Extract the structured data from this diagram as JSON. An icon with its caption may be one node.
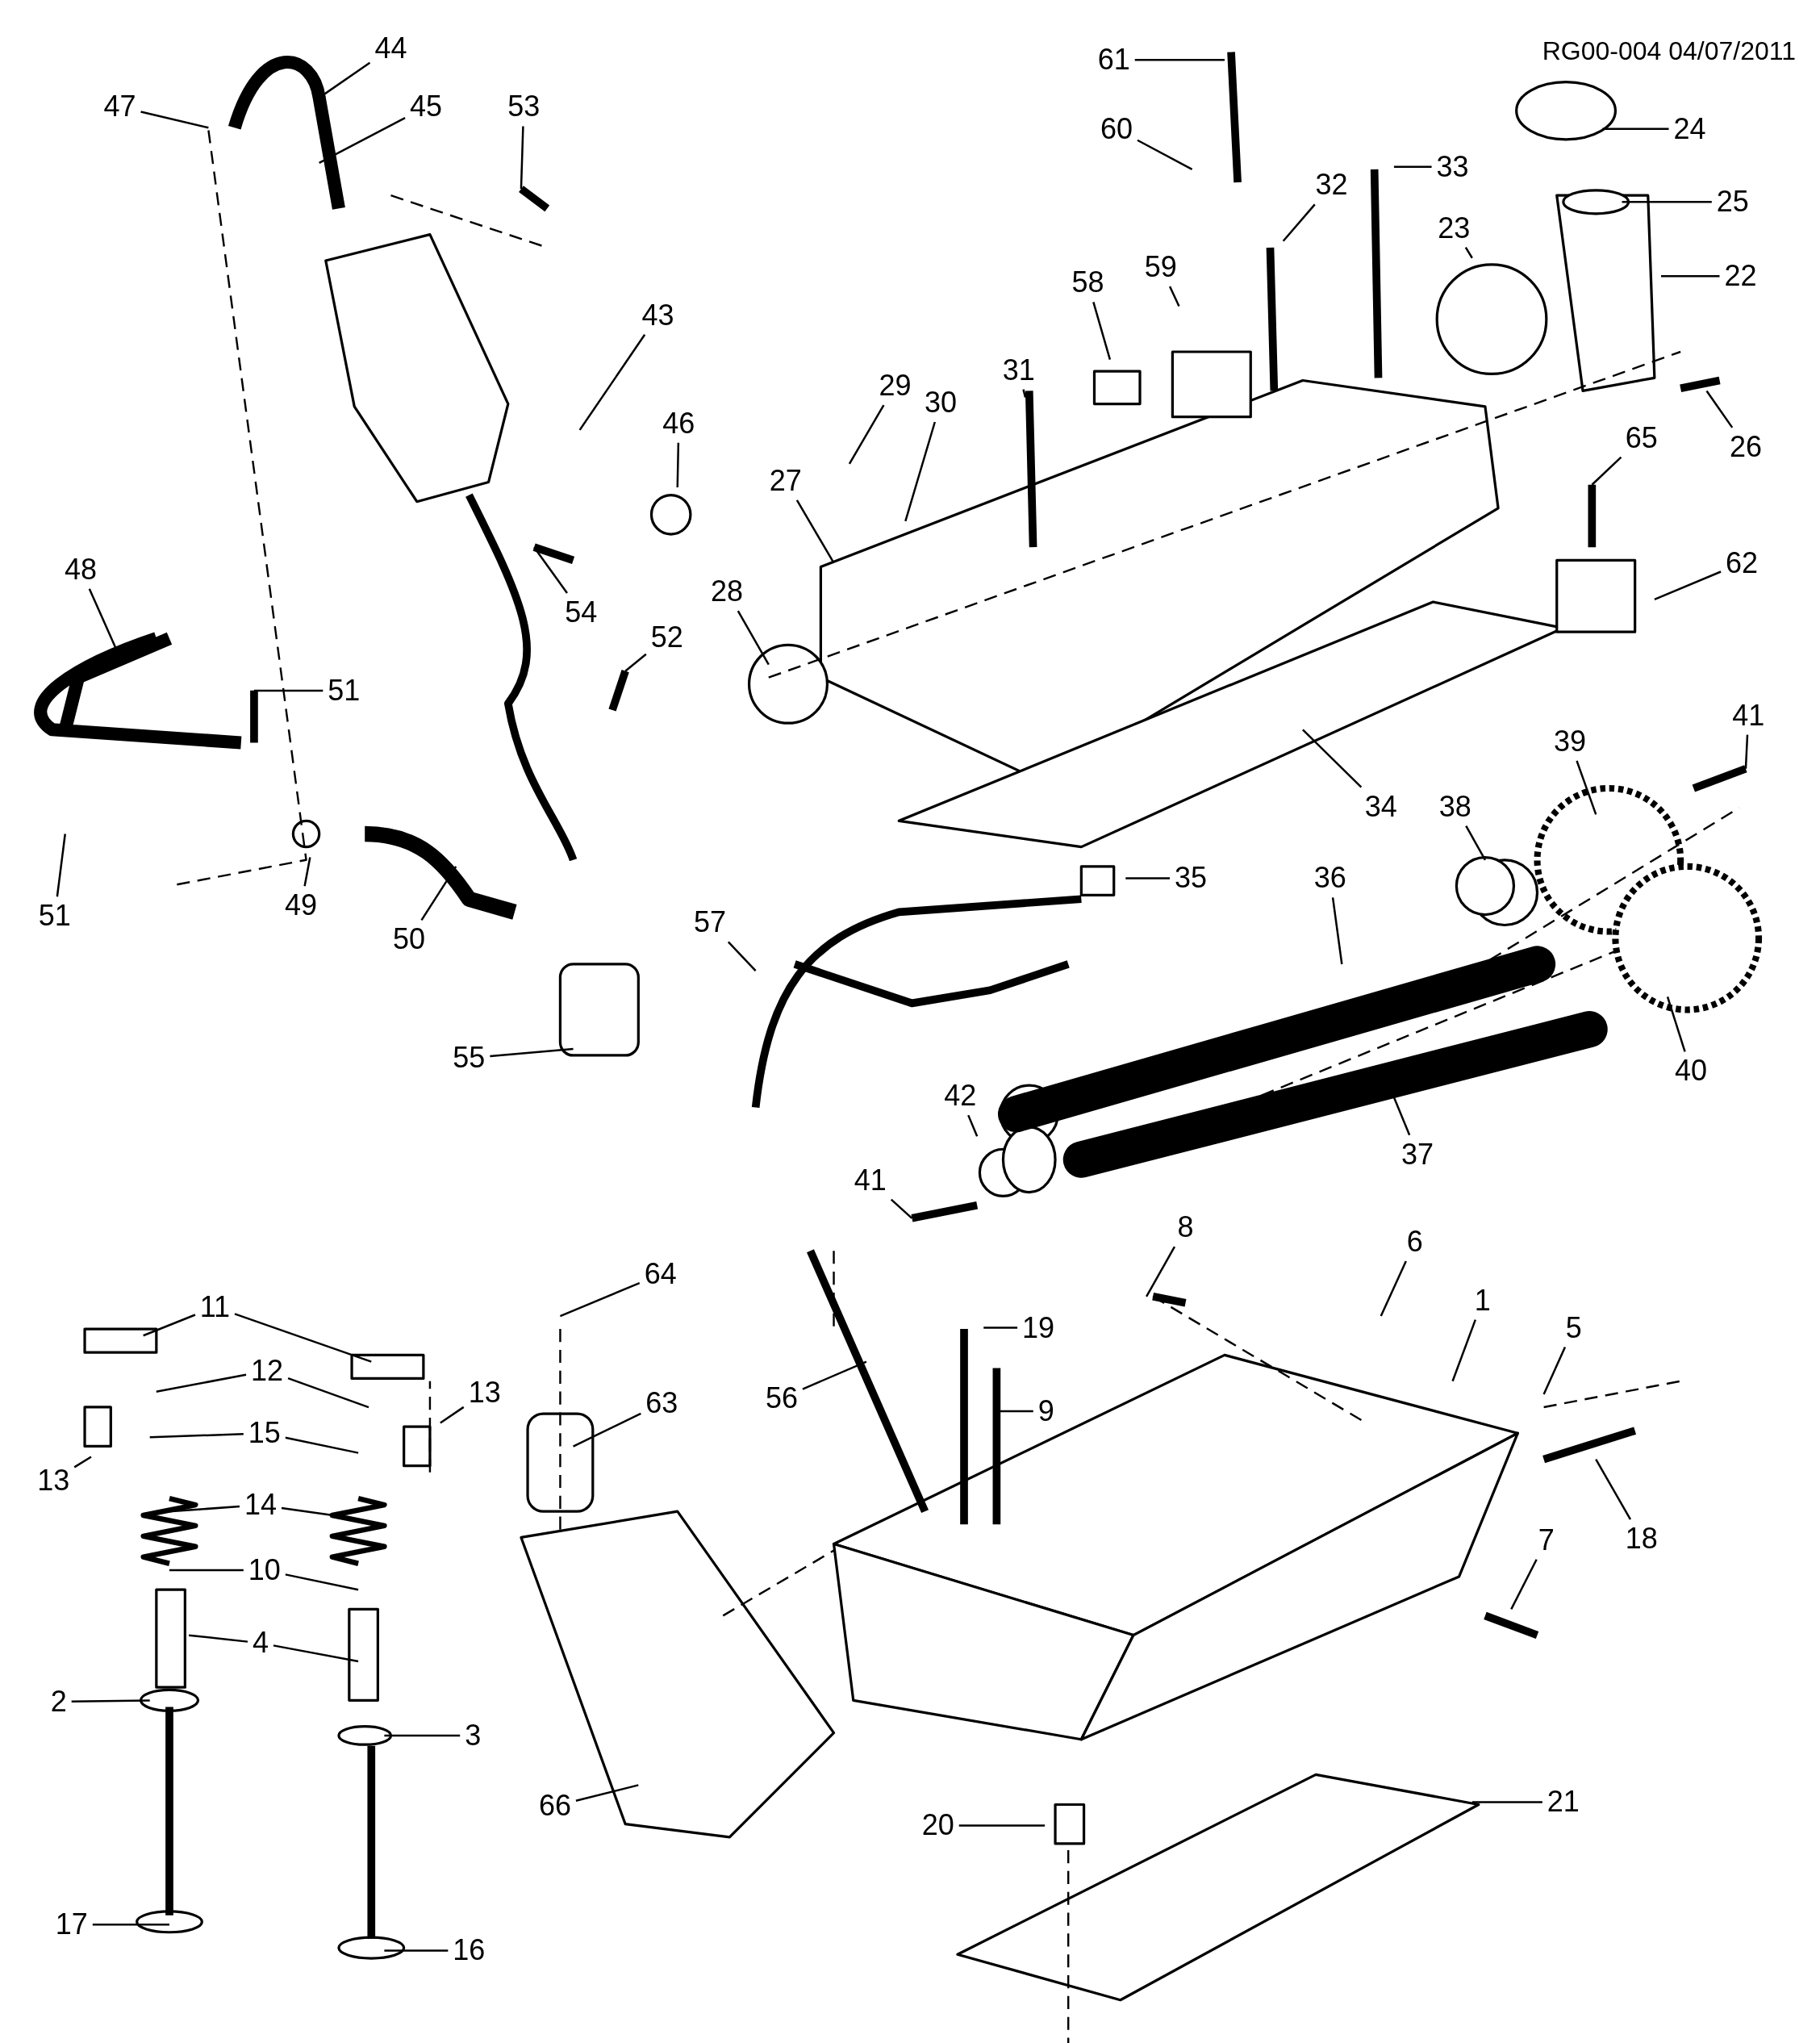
{
  "diagram": {
    "nodes": [
      {
        "text": [
          "61"
        ]
      },
      {
        "text": [
          "44"
        ]
      },
      {
        "text": [
          "47"
        ]
      },
      {
        "text": [
          "45"
        ]
      },
      {
        "text": [
          "53"
        ]
      },
      {
        "text": [
          "60"
        ]
      },
      {
        "text": [
          "24"
        ]
      },
      {
        "text": [
          "33"
        ]
      },
      {
        "text": [
          "32"
        ]
      },
      {
        "text": [
          "25"
        ]
      },
      {
        "text": [
          "23"
        ]
      },
      {
        "text": [
          "59"
        ]
      },
      {
        "text": [
          "22"
        ]
      },
      {
        "text": [
          "58"
        ]
      },
      {
        "text": [
          "43"
        ]
      },
      {
        "text": [
          "31"
        ]
      },
      {
        "text": [
          "29"
        ]
      },
      {
        "text": [
          "30"
        ]
      },
      {
        "text": [
          "46"
        ]
      },
      {
        "text": [
          "65"
        ]
      },
      {
        "text": [
          "26"
        ]
      },
      {
        "text": [
          "27"
        ]
      },
      {
        "text": [
          "62"
        ]
      },
      {
        "text": [
          "48"
        ]
      },
      {
        "text": [
          "28"
        ]
      },
      {
        "text": [
          "54"
        ]
      },
      {
        "text": [
          "52"
        ]
      },
      {
        "text": [
          "51"
        ]
      },
      {
        "text": [
          "41"
        ]
      },
      {
        "text": [
          "39"
        ]
      },
      {
        "text": [
          "34"
        ]
      },
      {
        "text": [
          "38"
        ]
      },
      {
        "text": [
          "35"
        ]
      },
      {
        "text": [
          "36"
        ]
      },
      {
        "text": [
          "49"
        ]
      },
      {
        "text": [
          "51"
        ]
      },
      {
        "text": [
          "57"
        ]
      },
      {
        "text": [
          "50"
        ]
      },
      {
        "text": [
          "55"
        ]
      },
      {
        "text": [
          "40"
        ]
      },
      {
        "text": [
          "42"
        ]
      },
      {
        "text": [
          "37"
        ]
      },
      {
        "text": [
          "41"
        ]
      },
      {
        "text": [
          "8"
        ]
      },
      {
        "text": [
          "6"
        ]
      },
      {
        "text": [
          "64"
        ]
      },
      {
        "text": [
          "1"
        ]
      },
      {
        "text": [
          "11"
        ]
      },
      {
        "text": [
          "19"
        ]
      },
      {
        "text": [
          "5"
        ]
      },
      {
        "text": [
          "12"
        ]
      },
      {
        "text": [
          "13"
        ]
      },
      {
        "text": [
          "56"
        ]
      },
      {
        "text": [
          "63"
        ]
      },
      {
        "text": [
          "9"
        ]
      },
      {
        "text": [
          "15"
        ]
      },
      {
        "text": [
          "13"
        ]
      },
      {
        "text": [
          "14"
        ]
      },
      {
        "text": [
          "18"
        ]
      },
      {
        "text": [
          "7"
        ]
      },
      {
        "text": [
          "10"
        ]
      },
      {
        "text": [
          "4"
        ]
      },
      {
        "text": [
          "2"
        ]
      },
      {
        "text": [
          "3"
        ]
      },
      {
        "text": [
          "21"
        ]
      },
      {
        "text": [
          "66"
        ]
      },
      {
        "text": [
          "20"
        ]
      },
      {
        "text": [
          "17"
        ]
      },
      {
        "text": [
          "16"
        ]
      }
    ],
    "edges": [
      {
        "from": 0,
        "to": null,
        "arrow": "none"
      },
      {
        "from": 1,
        "to": null,
        "arrow": "none"
      },
      {
        "from": 2,
        "to": null,
        "arrow": "none"
      },
      {
        "from": 3,
        "to": null,
        "arrow": "none"
      },
      {
        "from": 4,
        "to": null,
        "arrow": "none"
      },
      {
        "from": 5,
        "to": null,
        "arrow": "none"
      },
      {
        "from": 6,
        "to": null,
        "arrow": "none"
      },
      {
        "from": 7,
        "to": null,
        "arrow": "none"
      },
      {
        "from": 8,
        "to": null,
        "arrow": "none"
      },
      {
        "from": 9,
        "to": null,
        "arrow": "none"
      },
      {
        "from": 10,
        "to": null,
        "arrow": "none"
      },
      {
        "from": 11,
        "to": null,
        "arrow": "none"
      },
      {
        "from": 12,
        "to": null,
        "arrow": "none"
      },
      {
        "from": 13,
        "to": null,
        "arrow": "none"
      },
      {
        "from": 14,
        "to": null,
        "arrow": "none"
      },
      {
        "from": 15,
        "to": null,
        "arrow": "none"
      },
      {
        "from": 16,
        "to": null,
        "arrow": "none"
      },
      {
        "from": 17,
        "to": null,
        "arrow": "none"
      },
      {
        "from": 18,
        "to": null,
        "arrow": "none"
      },
      {
        "from": 19,
        "to": null,
        "arrow": "none"
      },
      {
        "from": 20,
        "to": null,
        "arrow": "none"
      },
      {
        "from": 21,
        "to": null,
        "arrow": "none"
      },
      {
        "from": 22,
        "to": null,
        "arrow": "none"
      },
      {
        "from": 23,
        "to": null,
        "arrow": "none"
      },
      {
        "from": 24,
        "to": null,
        "arrow": "none"
      },
      {
        "from": 25,
        "to": null,
        "arrow": "none"
      },
      {
        "from": 26,
        "to": null,
        "arrow": "none"
      },
      {
        "from": 27,
        "to": null,
        "arrow": "none"
      },
      {
        "from": 28,
        "to": null,
        "arrow": "none"
      },
      {
        "from": 29,
        "to": null,
        "arrow": "none"
      },
      {
        "from": 30,
        "to": null,
        "arrow": "none"
      },
      {
        "from": 31,
        "to": null,
        "arrow": "none"
      },
      {
        "from": 32,
        "to": null,
        "arrow": "none"
      },
      {
        "from": 33,
        "to": null,
        "arrow": "none"
      },
      {
        "from": 34,
        "to": null,
        "arrow": "none"
      },
      {
        "from": 35,
        "to": null,
        "arrow": "none"
      },
      {
        "from": 36,
        "to": null,
        "arrow": "none"
      },
      {
        "from": 37,
        "to": null,
        "arrow": "none"
      },
      {
        "from": 38,
        "to": null,
        "arrow": "none"
      },
      {
        "from": 39,
        "to": null,
        "arrow": "none"
      },
      {
        "from": 40,
        "to": null,
        "arrow": "none"
      },
      {
        "from": 41,
        "to": null,
        "arrow": "none"
      },
      {
        "from": 42,
        "to": null,
        "arrow": "none"
      },
      {
        "from": 43,
        "to": null,
        "arrow": "none"
      },
      {
        "from": 44,
        "to": null,
        "arrow": "none"
      },
      {
        "from": 45,
        "to": null,
        "arrow": "none"
      },
      {
        "from": 46,
        "to": null,
        "arrow": "none"
      },
      {
        "from": 47,
        "to": null,
        "arrow": "none"
      },
      {
        "from": 47,
        "to": null,
        "arrow": "none"
      },
      {
        "from": 48,
        "to": null,
        "arrow": "none"
      },
      {
        "from": 49,
        "to": null,
        "arrow": "none"
      },
      {
        "from": 50,
        "to": null,
        "arrow": "none"
      },
      {
        "from": 50,
        "to": null,
        "arrow": "none"
      },
      {
        "from": 51,
        "to": null,
        "arrow": "none"
      },
      {
        "from": 52,
        "to": null,
        "arrow": "none"
      },
      {
        "from": 53,
        "to": null,
        "arrow": "none"
      },
      {
        "from": 54,
        "to": null,
        "arrow": "none"
      },
      {
        "from": 55,
        "to": null,
        "arrow": "none"
      },
      {
        "from": 55,
        "to": null,
        "arrow": "none"
      },
      {
        "from": 56,
        "to": null,
        "arrow": "none"
      },
      {
        "from": 57,
        "to": null,
        "arrow": "none"
      },
      {
        "from": 57,
        "to": null,
        "arrow": "none"
      },
      {
        "from": 58,
        "to": null,
        "arrow": "none"
      },
      {
        "from": 59,
        "to": null,
        "arrow": "none"
      },
      {
        "from": 60,
        "to": null,
        "arrow": "none"
      },
      {
        "from": 60,
        "to": null,
        "arrow": "none"
      },
      {
        "from": 61,
        "to": null,
        "arrow": "none"
      },
      {
        "from": 61,
        "to": null,
        "arrow": "none"
      },
      {
        "from": 62,
        "to": null,
        "arrow": "none"
      },
      {
        "from": 63,
        "to": null,
        "arrow": "none"
      },
      {
        "from": 64,
        "to": null,
        "arrow": "none"
      },
      {
        "from": 65,
        "to": null,
        "arrow": "none"
      },
      {
        "from": 66,
        "to": null,
        "arrow": "none"
      },
      {
        "from": 67,
        "to": null,
        "arrow": "none"
      },
      {
        "from": 68,
        "to": null,
        "arrow": "none"
      }
    ],
    "labels": [
      "RG00-004 04/07/2011"
    ]
  }
}
